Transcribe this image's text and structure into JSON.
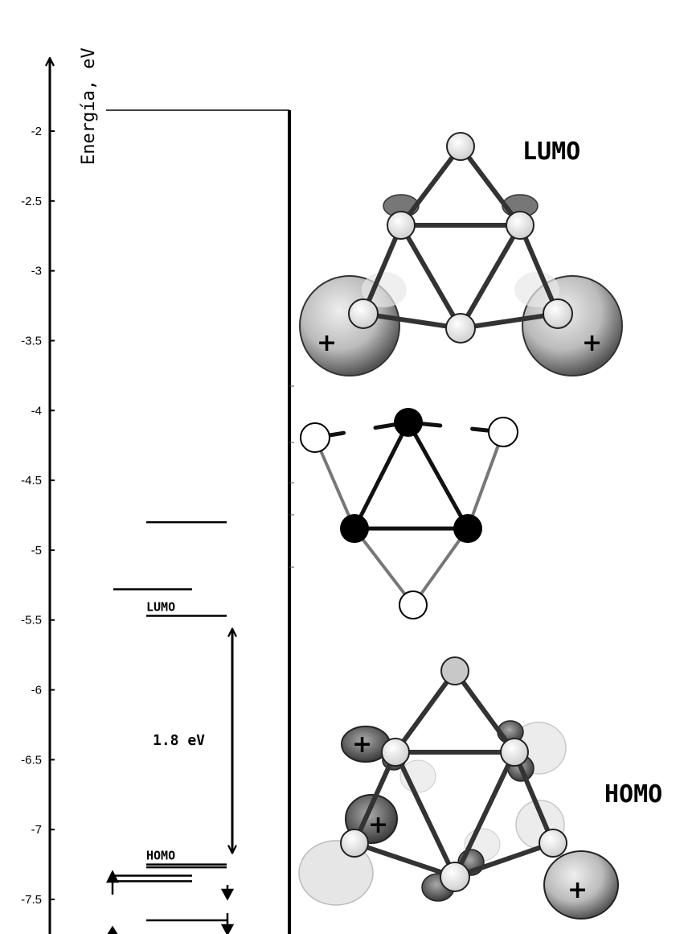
{
  "chart_data": {
    "type": "energy-level-diagram",
    "ylabel": "Energía, eV",
    "ylim": [
      -7.75,
      -1.75
    ],
    "yticks": [
      -2,
      -2.5,
      -3,
      -3.5,
      -4,
      -4.5,
      -5,
      -5.5,
      -6,
      -6.5,
      -7,
      -7.5
    ],
    "levels": [
      {
        "energy": -4.8,
        "label": ""
      },
      {
        "energy": -5.28,
        "label": ""
      },
      {
        "energy": -5.47,
        "label": "LUMO"
      },
      {
        "energy": -7.25,
        "label": "HOMO"
      },
      {
        "energy": -7.27,
        "label": ""
      },
      {
        "energy": -7.33,
        "label": ""
      },
      {
        "energy": -7.37,
        "label": ""
      },
      {
        "energy": -7.65,
        "label": ""
      }
    ],
    "gap": {
      "from": -5.47,
      "to": -7.25,
      "label": "1.8 eV"
    }
  },
  "panels": {
    "lumo_title": "LUMO",
    "homo_title": "HOMO",
    "plus_sign": "+"
  }
}
